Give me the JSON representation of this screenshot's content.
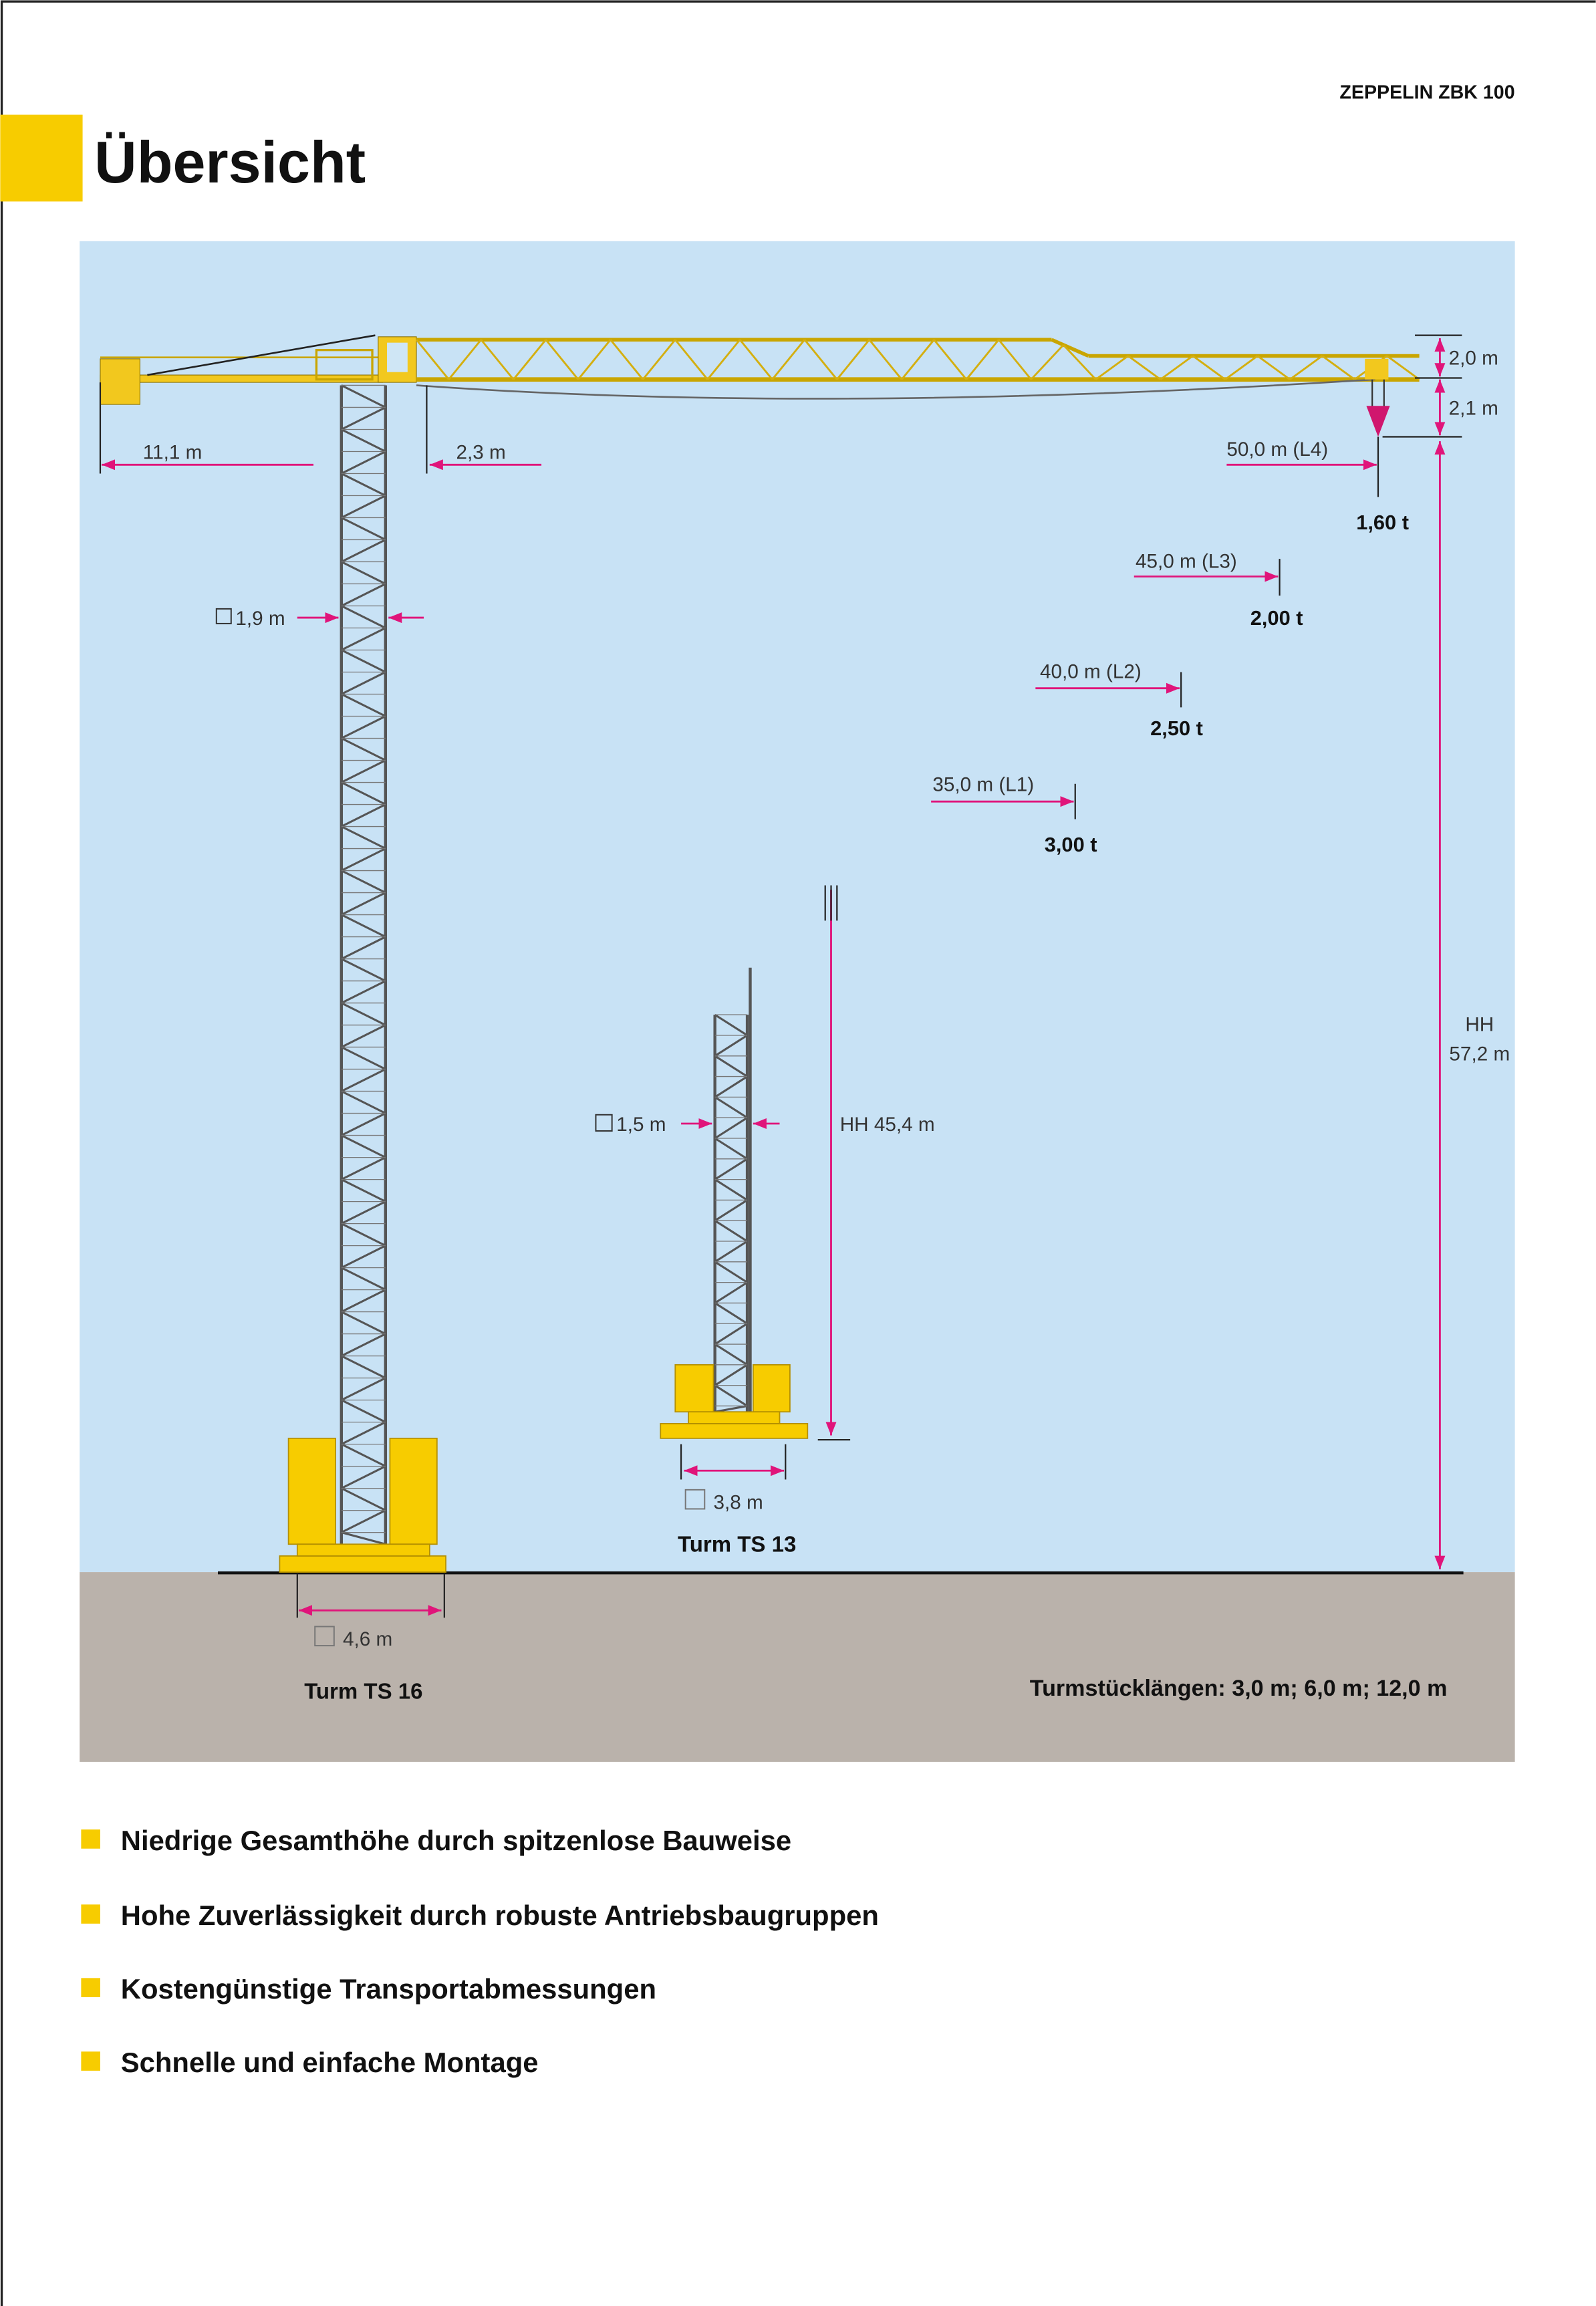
{
  "header": {
    "model": "ZEPPELIN ZBK 100",
    "title": "Übersicht"
  },
  "colors": {
    "accent": "#f7cc00",
    "sky": "#c8e2f5",
    "ground": "#bab2ab",
    "dimension": "#e0147a",
    "crane": "#f2c81e"
  },
  "diagram": {
    "counter_jib_radius": "11,1 m",
    "tail_offset": "2,3 m",
    "tower_ts16_section": "1,9 m",
    "jib_height": "2,0 m",
    "hook_height": "2,1 m",
    "hook_height_total_label": "HH",
    "hook_height_total": "57,2 m",
    "loads": [
      {
        "radius": "50,0 m (L4)",
        "load": "1,60 t"
      },
      {
        "radius": "45,0 m (L3)",
        "load": "2,00 t"
      },
      {
        "radius": "40,0 m (L2)",
        "load": "2,50 t"
      },
      {
        "radius": "35,0 m (L1)",
        "load": "3,00 t"
      }
    ],
    "tower_ts13_section": "1,5 m",
    "tower_ts13_hh": "HH 45,4 m",
    "base_ts13": "3,8 m",
    "tower_ts13_label": "Turm TS 13",
    "base_ts16": "4,6 m",
    "tower_ts16_label": "Turm TS 16",
    "section_lengths": "Turmstücklängen: 3,0 m; 6,0 m; 12,0 m"
  },
  "features": [
    "Niedrige Gesamthöhe durch spitzenlose Bauweise",
    "Hohe Zuverlässigkeit durch robuste Antriebsbaugruppen",
    "Kostengünstige Transportabmessungen",
    "Schnelle und einfache Montage"
  ]
}
